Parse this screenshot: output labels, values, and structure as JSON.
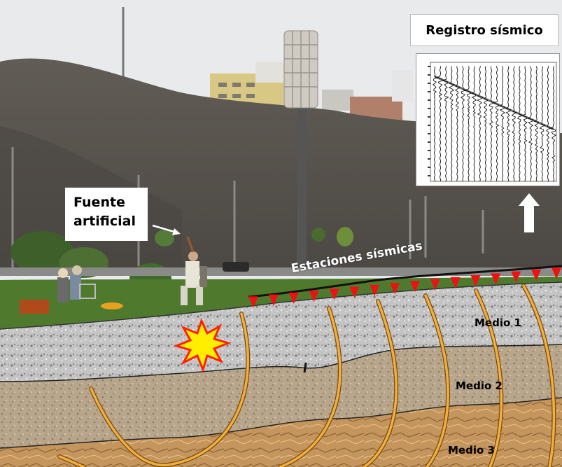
{
  "labels": {
    "registro": "Registro sísmico",
    "fuente_line1": "Fuente",
    "fuente_line2": "artificial",
    "estaciones": "Estaciones sísmicas",
    "medio1": "Medio 1",
    "medio2": "Medio 2",
    "medio3": "Medio 3"
  },
  "colors": {
    "sky": "#e8eaec",
    "cliff": "#5b5650",
    "grass": "#4f7a2e",
    "layer1": "#c9c9c9",
    "layer2": "#b8a48a",
    "layer3": "#c69a63",
    "wavefront": "#e2a23a",
    "station": "#ee1111",
    "explosion": "#ffee00",
    "explosion_edge": "#ff2200"
  },
  "icons": [
    "explosion-icon",
    "up-arrow-icon",
    "pointer-arrow-icon",
    "station-marker-icon"
  ],
  "station_count": 16,
  "seismic_trace_count": 22
}
